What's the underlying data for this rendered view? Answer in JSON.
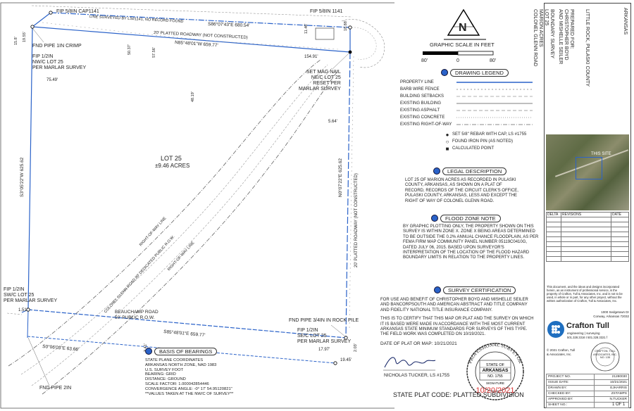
{
  "plat": {
    "corner_nw": "FIP 5/8IN CAP1141",
    "line_surveyed": "LINE SURVEYED BY LS#1141, NO RECORD FOUND",
    "corner_ne": "FIP 5/8IN 1141",
    "north_bearing": "S86°07'43\"E 680.54'",
    "platted_roadway_top": "20' PLATTED ROADWAY (NOT CONSTRUCTED)",
    "inner_north_bearing": "N85°48'01\"W 659.77'",
    "dim_50_37": "50.37'",
    "dim_57_56": "57.56'",
    "dim_11_46": "11.46'",
    "dim_18_88": "18.88'",
    "dim_154_91": "154.91'",
    "dim_48_19": "48.19'",
    "dim_15_8": "15.8'",
    "dim_19_55": "19.55'",
    "fnd_pipe_crimp": "FND PIPE  1IN CRIMP",
    "fip_nw": "FIP 1/2IN\nNW/C LOT 25\nPER MARLAR SURVEY",
    "dim_75_49": "75.49'",
    "set_mag_nail": "SET MAG NAIL\nNE/C LOT 25\nRESET PER\nMARLAR SURVEY",
    "dim_5_64": "5.64'",
    "lot_name": "LOT 25",
    "lot_area": "±9.46 ACRES",
    "west_bearing": "S3°05'22\"W 625.62",
    "east_bearing": "N0°07'22\"E 625.62",
    "roadway_east": "20' PLATTED ROADWAY (NOT CONSTRUCTED)",
    "row_line_1": "RIGHT-OF-WAY LINE",
    "row_line_2": "RIGHT-OF-WAY LINE",
    "road_name": "COLONEL GLENN ROAD 80' DEDICATED PUBLIC R.O.W.",
    "fip_sw": "FIP 1/2IN\nSW/C LOT 25\nPER MARLAR SURVEY",
    "dim_1_51": "1.51'",
    "beauchamp": "BEAUCHAMP ROAD\n50' PUBLIC R.O.W.",
    "south_bearing_inner": "S85°48'01\"E 659.77'",
    "south_bearing_outer": "S0°06'03\"E 63.66'",
    "dim_3_41": "3.41'",
    "fnd_pipe_rock": "FND PIPE  3/4IN IN ROCK PILE",
    "fip_se": "FIP 1/2IN\nSE/C LOT 25\nPER MARLAR SURVEY",
    "dim_2_03": "2.03'",
    "dim_17_97": "17.97'",
    "dim_19_45": "19.45'",
    "fnd_pipe_2in": "FND PIPE  2IN"
  },
  "scale": {
    "north_letter": "N",
    "title": "GRAPHIC SCALE IN FEET",
    "ticks": [
      "80'",
      "0",
      "80'"
    ]
  },
  "legend": {
    "title": "DRAWING LEGEND",
    "rows": [
      {
        "name": "PROPERTY LINE",
        "color": "#2a62c9",
        "style": "solid"
      },
      {
        "name": "BARB WIRE FENCE",
        "color": "#777777",
        "style": "x"
      },
      {
        "name": "BUILDING SETBACKS",
        "color": "#999999",
        "style": "dashed"
      },
      {
        "name": "EXISTING BUILDING",
        "color": "#555555",
        "style": "solid"
      },
      {
        "name": "EXISTING ASPHALT",
        "color": "#888888",
        "style": "dashed"
      },
      {
        "name": "EXISTING CONCRETE",
        "color": "#888888",
        "style": "dotted"
      },
      {
        "name": "EXISTING RIGHT-OF-WAY",
        "color": "#666666",
        "style": "dashdot"
      }
    ],
    "symbols": [
      "SET 5/8\" REBAR WITH CAP, LS #1755",
      "FOUND IRON PIN (AS NOTED)",
      "CALCULATED POINT"
    ]
  },
  "legal": {
    "title": "LEGAL DESCRIPTION",
    "text": "LOT 25 OF MARION ACRES AS RECORDED IN PULASKI\nCOUNTY, ARKANSAS, AS SHOWN ON A PLAT OF\nRECORD, RECORDS OF THE CIRCUIT CLERK'S OFFICE,\nPULASKI COUNTY, ARKANSAS, LESS AND EXCEPT THE\nRIGHT OF WAY OF COLONEL GLENN ROAD."
  },
  "flood": {
    "title": "FLOOD ZONE NOTE",
    "text": "BY GRAPHIC PLOTTING ONLY, THE PROPERTY SHOWN ON THIS\nSURVEY IS WITHIN ZONE X. ZONE X BEING AREAS DETERMINED\nTO BE OUTSIDE THE 0.2% ANNUAL CHANCE FLOODPLAIN, AS PER\nFEMA FIRM MAP COMMUNITY PANEL NUMBER 05119C0410G,\nDATED JULY 06, 2015. BASED UPON SURVEYOR'S\nINTERPRETATION OF THE LOCATION OF THE FLOOD HAZARD\nBOUNDARY LIMITS IN RELATION TO THE PROPERTY LINES."
  },
  "cert": {
    "title": "SURVEY CERTIFICATION",
    "text1": "FOR USE AND BENEFIT OF CHRISTOPHER BOYD AND MISHELLE SEILER\nAND BANCORPSOUTH AND AMERICAN ABSTRACT AND TITLE COMPANY\nAND FIDELITY NATIONAL TITLE INSURANCE COMPANY.",
    "text2": "THIS IS TO CERTIFY THAT THIS MAP OR PLAT AND THE SURVEY ON WHICH\nIT IS BASED WERE MADE IN ACCORDANCE WITH THE MOST CURRENT\nARKANSAS STATE MINIMUM STANDARDS FOR SURVEYS OF THIS TYPE.\nTHE FIELD WORK WAS COMPLETED ON 10/19/2021.",
    "date_line": "DATE OF PLAT OR MAP: 10/21/2021",
    "signer": "NICHOLAS TUCKER, LS #1755"
  },
  "seal": {
    "arc_text": "PROFESSIONAL SURVEYOR",
    "state": "STATE OF",
    "state_name": "ARKANSAS",
    "number": "NO. 1755",
    "signature_label": "SIGNATURE",
    "date_stamp": "10/20/2021",
    "color": "#d93030"
  },
  "basis": {
    "title": "BASIS OF BEARINGS",
    "text": "STATE PLANE COORDINATES\nARKANSAS NORTH ZONE, NAD 1983\nU.S. SURVEY FOOT\nBEARING: GRID\nDISTANCE: GROUND\nSCALE FACTOR: 1.000042854446\nCONVERGENCE ANGLE: -0° 17' 54.95120821\"\n**VALUES TAKEN AT THE NW/C OF SURVEY**"
  },
  "state_plat_code": "STATE PLAT CODE: PLATTED SUBDIVISION",
  "titleblock": {
    "state": "ARKANSAS",
    "survey_title": "BOUNDARY SURVEY\nLOT 25\nMARION ACRES\nCOLONEL GLENN ROAD",
    "prepared_for": "PREPARED FOR:\nCHRISTOPHER BOYD AND MISHELLE SEILER",
    "location": "LITTLE ROCK, PULASKI COUNTY",
    "site_label": "THIS SITE",
    "rev_headers": [
      "DELTA",
      "REVISIONS",
      "DATE"
    ],
    "disclaimer": "This document, and the ideas and designs incorporated herein, as an instrument of professional service, is the property of Crafton, Tull & Associates, Inc. and is not to be used, in whole or in part, for any other project, without the written authorization of Crafton, Tull & Associates, Inc.",
    "address": "1000 Sedgetown Dr\nConway, Arkansas 72032",
    "firm": "Crafton Tull",
    "firm_sub": "engineering | surveying",
    "phone": "501.328.3316 t    501.328.3321 f",
    "copyright": "© 2021 Crafton, Tull\n& Associates, Inc.",
    "coa_text": "CRAFTON, TULL\nASSOCIATES, INC.\nNO. 135",
    "info_rows": [
      [
        "PROJECT NO.",
        "21280030"
      ],
      [
        "ISSUE DATE:",
        "10/21/2021"
      ],
      [
        "DRAWN BY:",
        "EJHARRIS"
      ],
      [
        "CHECKED BY:",
        "ZSTAMPS"
      ],
      [
        "APPROVED BY:",
        "N.TUCKER"
      ],
      [
        "SHEET NO.:",
        ""
      ]
    ],
    "sheet_of": "1 OF 1"
  }
}
